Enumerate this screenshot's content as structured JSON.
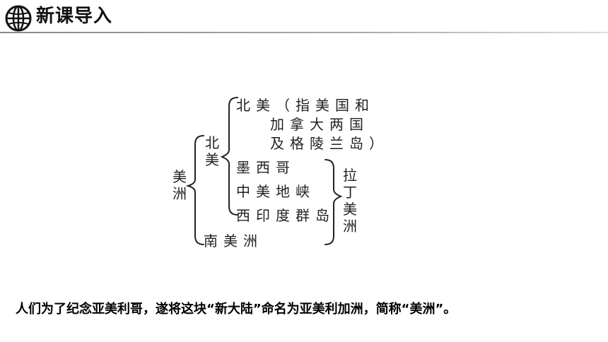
{
  "header": {
    "title": "新课导入",
    "icon": "globe-icon"
  },
  "diagram": {
    "root": "美洲",
    "north": "北美",
    "north_america": [
      "北美（指美国和",
      "加拿大两国",
      "及格陵兰岛）"
    ],
    "mexico": "墨西哥",
    "central_america": "中美地峡",
    "west_indies": "西印度群岛",
    "latin_america": "拉丁美洲",
    "south_america": "南美洲"
  },
  "footer": {
    "text": "人们为了纪念亚美利哥，遂将这块“新大陆”命名为亚美利加洲，简称“美洲”。"
  }
}
